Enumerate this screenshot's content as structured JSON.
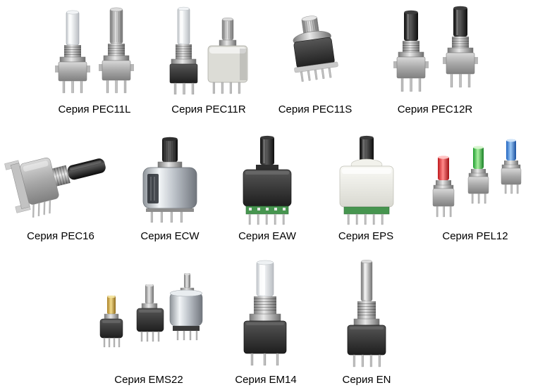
{
  "catalog": {
    "products": [
      {
        "id": "pec11l",
        "label": "Серия PEC11L",
        "image": "dual-encoder-clear-and-metal-shaft"
      },
      {
        "id": "pec11r",
        "label": "Серия PEC11R",
        "image": "dual-encoder-clear-shaft-and-boxed"
      },
      {
        "id": "pec11s",
        "label": "Серия PEC11S",
        "image": "single-encoder-knurled-metal-shaft"
      },
      {
        "id": "pec12r",
        "label": "Серия PEC12R",
        "image": "dual-encoder-black-shaft"
      },
      {
        "id": "pec16",
        "label": "Серия PEC16",
        "image": "side-lying-encoder-black-shaft"
      },
      {
        "id": "ecw",
        "label": "Серия ECW",
        "image": "chrome-body-encoder-black-knurled-shaft"
      },
      {
        "id": "eaw",
        "label": "Серия EAW",
        "image": "dark-body-encoder-green-pin-strip"
      },
      {
        "id": "eps",
        "label": "Серия EPS",
        "image": "white-body-encoder-green-pin-strip"
      },
      {
        "id": "pel12",
        "label": "Серия PEL12",
        "image": "three-illuminated-encoders-red-green-blue"
      },
      {
        "id": "ems22",
        "label": "Серия EMS22",
        "image": "three-mini-encoders-gold-silver-chrome"
      },
      {
        "id": "em14",
        "label": "Серия EM14",
        "image": "clear-shaft-encoder-black-cube-body"
      },
      {
        "id": "en",
        "label": "Серия EN",
        "image": "long-metal-shaft-encoder-black-cube-body"
      }
    ],
    "colors": {
      "background": "#ffffff",
      "text": "#000000",
      "pcb_green": "#46954f",
      "led_red": "#c0181c",
      "led_green": "#1f9e2f",
      "led_blue": "#1f63c0",
      "gold": "#c9a13b"
    }
  }
}
